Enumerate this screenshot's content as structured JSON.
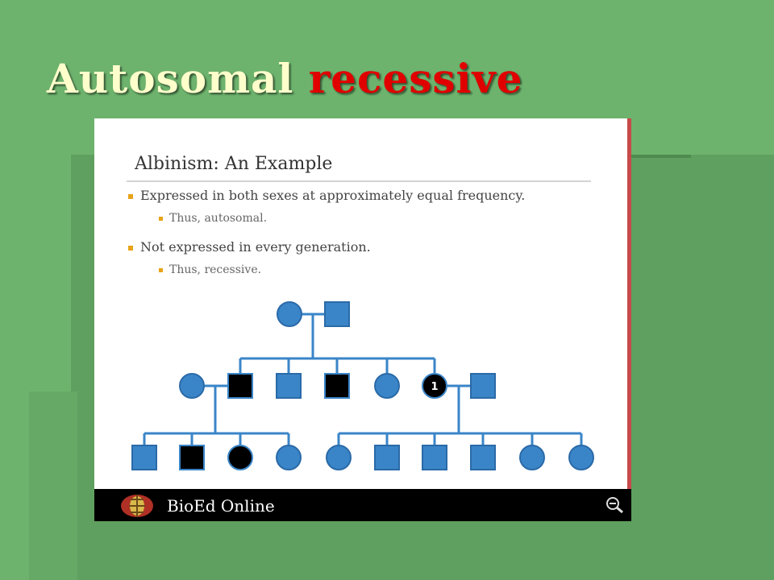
{
  "title": {
    "part1": "Autosomal",
    "part2": "recessive",
    "accent_color": "#e00000",
    "text_color": "#ffffcc"
  },
  "slide": {
    "heading": "Albinism: An Example",
    "bullets": [
      {
        "text": "Expressed in both sexes at approximately equal frequency.",
        "sub": "Thus, autosomal."
      },
      {
        "text": "Not expressed in every generation.",
        "sub": "Thus, recessive."
      }
    ],
    "pedigree": {
      "affected_color": "#000000",
      "unaffected_color": "#3a85c8",
      "carrier_label": "1",
      "generation1": [
        "female-unaffected",
        "male-unaffected"
      ],
      "generation2": [
        "female-unaffected",
        "male-affected",
        "male-unaffected",
        "male-affected",
        "female-unaffected",
        "female-affected",
        "male-unaffected"
      ],
      "generation3": [
        "male-unaffected",
        "male-affected",
        "female-affected",
        "female-unaffected",
        "female-unaffected",
        "male-unaffected",
        "male-unaffected",
        "male-unaffected",
        "female-unaffected",
        "female-unaffected"
      ]
    },
    "footer": {
      "brand": "BioEd Online"
    }
  }
}
